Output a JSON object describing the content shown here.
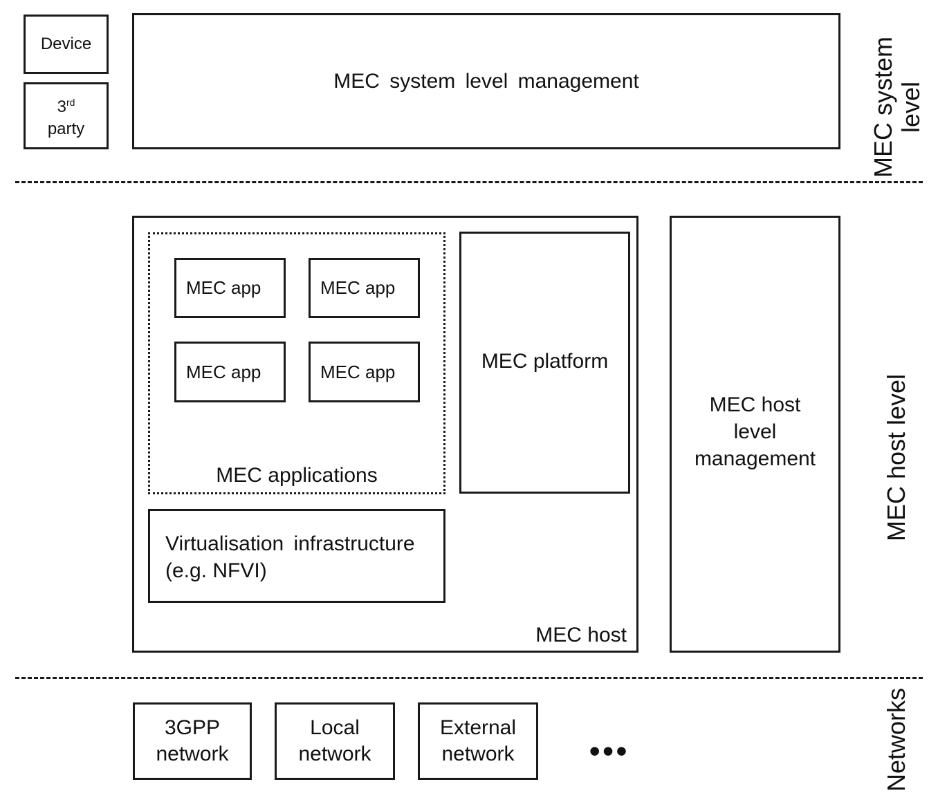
{
  "system_level": {
    "device_label": "Device",
    "third_party_base": "3",
    "third_party_sup": "rd",
    "third_party_word": "party",
    "management_label": "MEC system level management",
    "side_label_line1": "MEC system",
    "side_label_line2": "level"
  },
  "host_level": {
    "mec_apps": [
      "MEC app",
      "MEC app",
      "MEC app",
      "MEC app"
    ],
    "applications_label": "MEC applications",
    "platform_label": "MEC platform",
    "virt_line1": "Virtualisation infrastructure",
    "virt_line2": "(e.g. NFVI)",
    "host_label": "MEC host",
    "host_mgmt_line1": "MEC host",
    "host_mgmt_line2": "level",
    "host_mgmt_line3": "management",
    "side_label": "MEC host level"
  },
  "networks": {
    "items": [
      {
        "line1": "3GPP",
        "line2": "network"
      },
      {
        "line1": "Local",
        "line2": "network"
      },
      {
        "line1": "External",
        "line2": "network"
      }
    ],
    "ellipsis": "•••",
    "side_label": "Networks"
  }
}
